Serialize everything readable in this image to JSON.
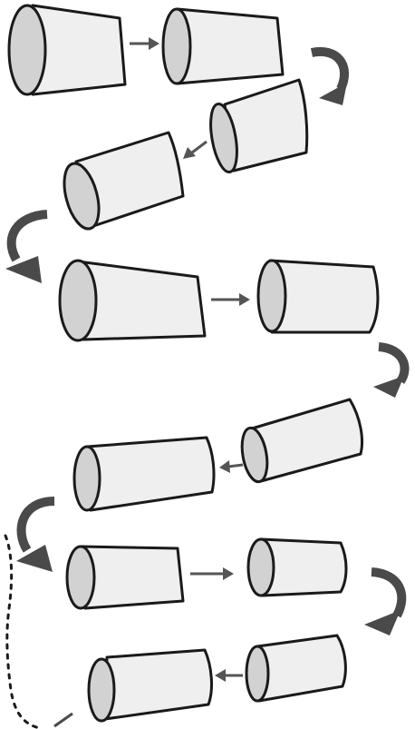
{
  "diagram": {
    "rows": [
      {
        "segments": 2,
        "direction": "right"
      },
      {
        "segments": 2,
        "direction": "left"
      },
      {
        "segments": 2,
        "direction": "right"
      },
      {
        "segments": 2,
        "direction": "left"
      },
      {
        "segments": 2,
        "direction": "right"
      },
      {
        "segments": 2,
        "direction": "left"
      }
    ],
    "turn_arrows": 5,
    "colors": {
      "segment_fill": "#efefef",
      "segment_face": "#d2d2d2",
      "outline": "#1a1a1a",
      "step_arrow": "#555555",
      "turn_arrow": "#4a4a4a"
    }
  }
}
